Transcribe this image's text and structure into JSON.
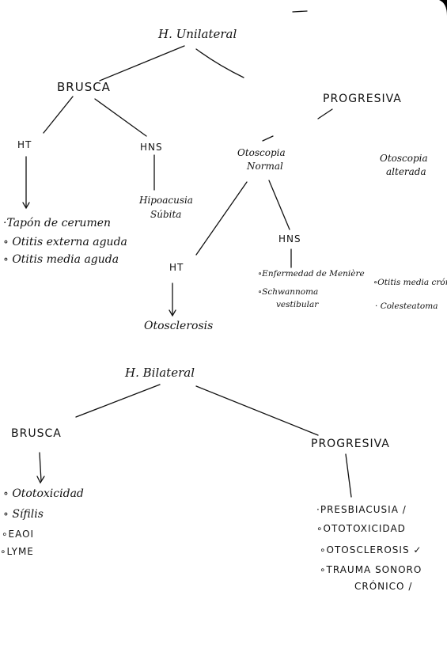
{
  "unilateral": {
    "title": "H. Unilateral",
    "brusca": "BRUSCA",
    "progresiva": "PROGRESIVA",
    "ht": "HT",
    "hns": "HNS",
    "ht_items": [
      "Tapón de cerumen",
      "Otitis externa aguda",
      "Otitis media aguda"
    ],
    "hns_item_line1": "Hipoacusia",
    "hns_item_line2": "Súbita",
    "otoscopia_normal_line1": "Otoscopia",
    "otoscopia_normal_line2": "Normal",
    "otoscopia_alterada_line1": "Otoscopia",
    "otoscopia_alterada_line2": "alterada",
    "normal_ht": "HT",
    "otosclerosis": "Otosclerosis",
    "normal_hns": "HNS",
    "menier": "Enfermedad de Menière",
    "schwannoma_line1": "Schwannoma",
    "schwannoma_line2": "vestibular",
    "alterada_items": [
      "Otitis media crónica simple",
      "Colesteatoma"
    ]
  },
  "bilateral": {
    "title": "H. Bilateral",
    "brusca": "BRUSCA",
    "progresiva": "PROGRESIVA",
    "brusca_items": [
      "Ototoxicidad",
      "Sífilis",
      "EAOI",
      "LYME"
    ],
    "progresiva_items": [
      "PRESBIACUSIA",
      "OTOTOXICIDAD",
      "OTOSCLEROSIS",
      "TRAUMA SONORO"
    ],
    "progresiva_item4_line2": "CRÓNICO"
  }
}
